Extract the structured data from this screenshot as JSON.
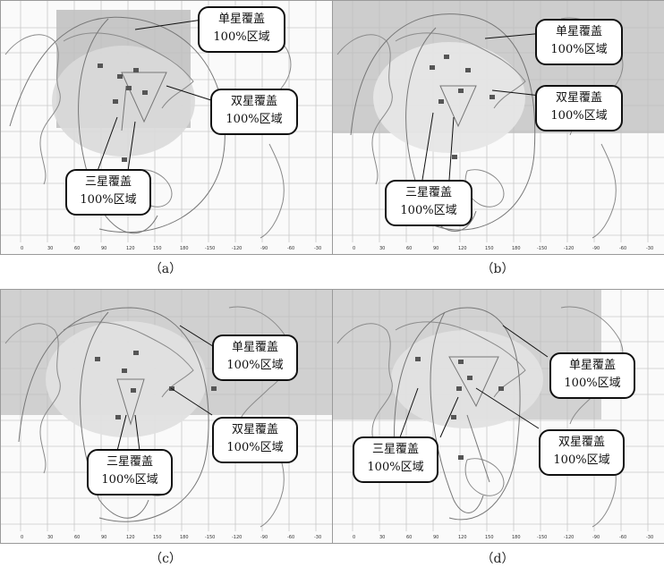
{
  "panels": [
    {
      "caption": "（a）",
      "callouts": {
        "single": [
          "单星覆盖",
          "100%区域"
        ],
        "double": [
          "双星覆盖",
          "100%区域"
        ],
        "triple": [
          "三星覆盖",
          "100%区域"
        ]
      },
      "x_ticks": [
        "0",
        "30",
        "60",
        "90",
        "120",
        "150",
        "180",
        "-150",
        "-120",
        "-90",
        "-60",
        "-30"
      ]
    },
    {
      "caption": "（b）",
      "callouts": {
        "single": [
          "单星覆盖",
          "100%区域"
        ],
        "double": [
          "双星覆盖",
          "100%区域"
        ],
        "triple": [
          "三星覆盖",
          "100%区域"
        ]
      },
      "x_ticks": [
        "0",
        "30",
        "60",
        "90",
        "120",
        "150",
        "180",
        "-150",
        "-120",
        "-90",
        "-60",
        "-30"
      ]
    },
    {
      "caption": "（c）",
      "callouts": {
        "single": [
          "单星覆盖",
          "100%区域"
        ],
        "double": [
          "双星覆盖",
          "100%区域"
        ],
        "triple": [
          "三星覆盖",
          "100%区域"
        ]
      },
      "x_ticks": [
        "0",
        "30",
        "60",
        "90",
        "120",
        "150",
        "180",
        "-150",
        "-120",
        "-90",
        "-60",
        "-30"
      ]
    },
    {
      "caption": "（d）",
      "callouts": {
        "single": [
          "单星覆盖",
          "100%区域"
        ],
        "double": [
          "双星覆盖",
          "100%区域"
        ],
        "triple": [
          "三星覆盖",
          "100%区域"
        ]
      },
      "x_ticks": [
        "0",
        "30",
        "60",
        "90",
        "120",
        "150",
        "180",
        "-150",
        "-120",
        "-90",
        "-60",
        "-30"
      ]
    }
  ],
  "colors": {
    "single_zone": "#bdbdbd",
    "double_zone": "#d9d9d9",
    "triple_zone": "#cfcfcf",
    "coast": "#8a8a8a",
    "grid": "#c8c8c8",
    "track": "#777777"
  }
}
